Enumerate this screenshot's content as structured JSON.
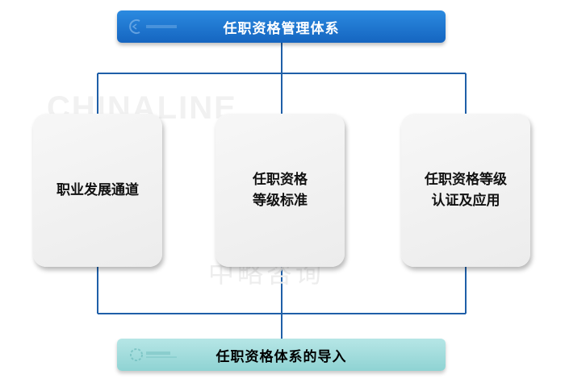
{
  "diagram": {
    "top": {
      "title": "任职资格管理体系",
      "color": "#1a6fce"
    },
    "boxes": [
      {
        "lines": [
          "职业发展通道"
        ]
      },
      {
        "lines": [
          "任职资格",
          "等级标准"
        ]
      },
      {
        "lines": [
          "任职资格等级",
          "认证及应用"
        ]
      }
    ],
    "bottom": {
      "title": "任职资格体系的导入",
      "color": "#9edcdc"
    },
    "connector_color": "#1f5fa8"
  },
  "watermark": {
    "text_en": "CHINALINE",
    "text_cn": "中略咨询"
  }
}
